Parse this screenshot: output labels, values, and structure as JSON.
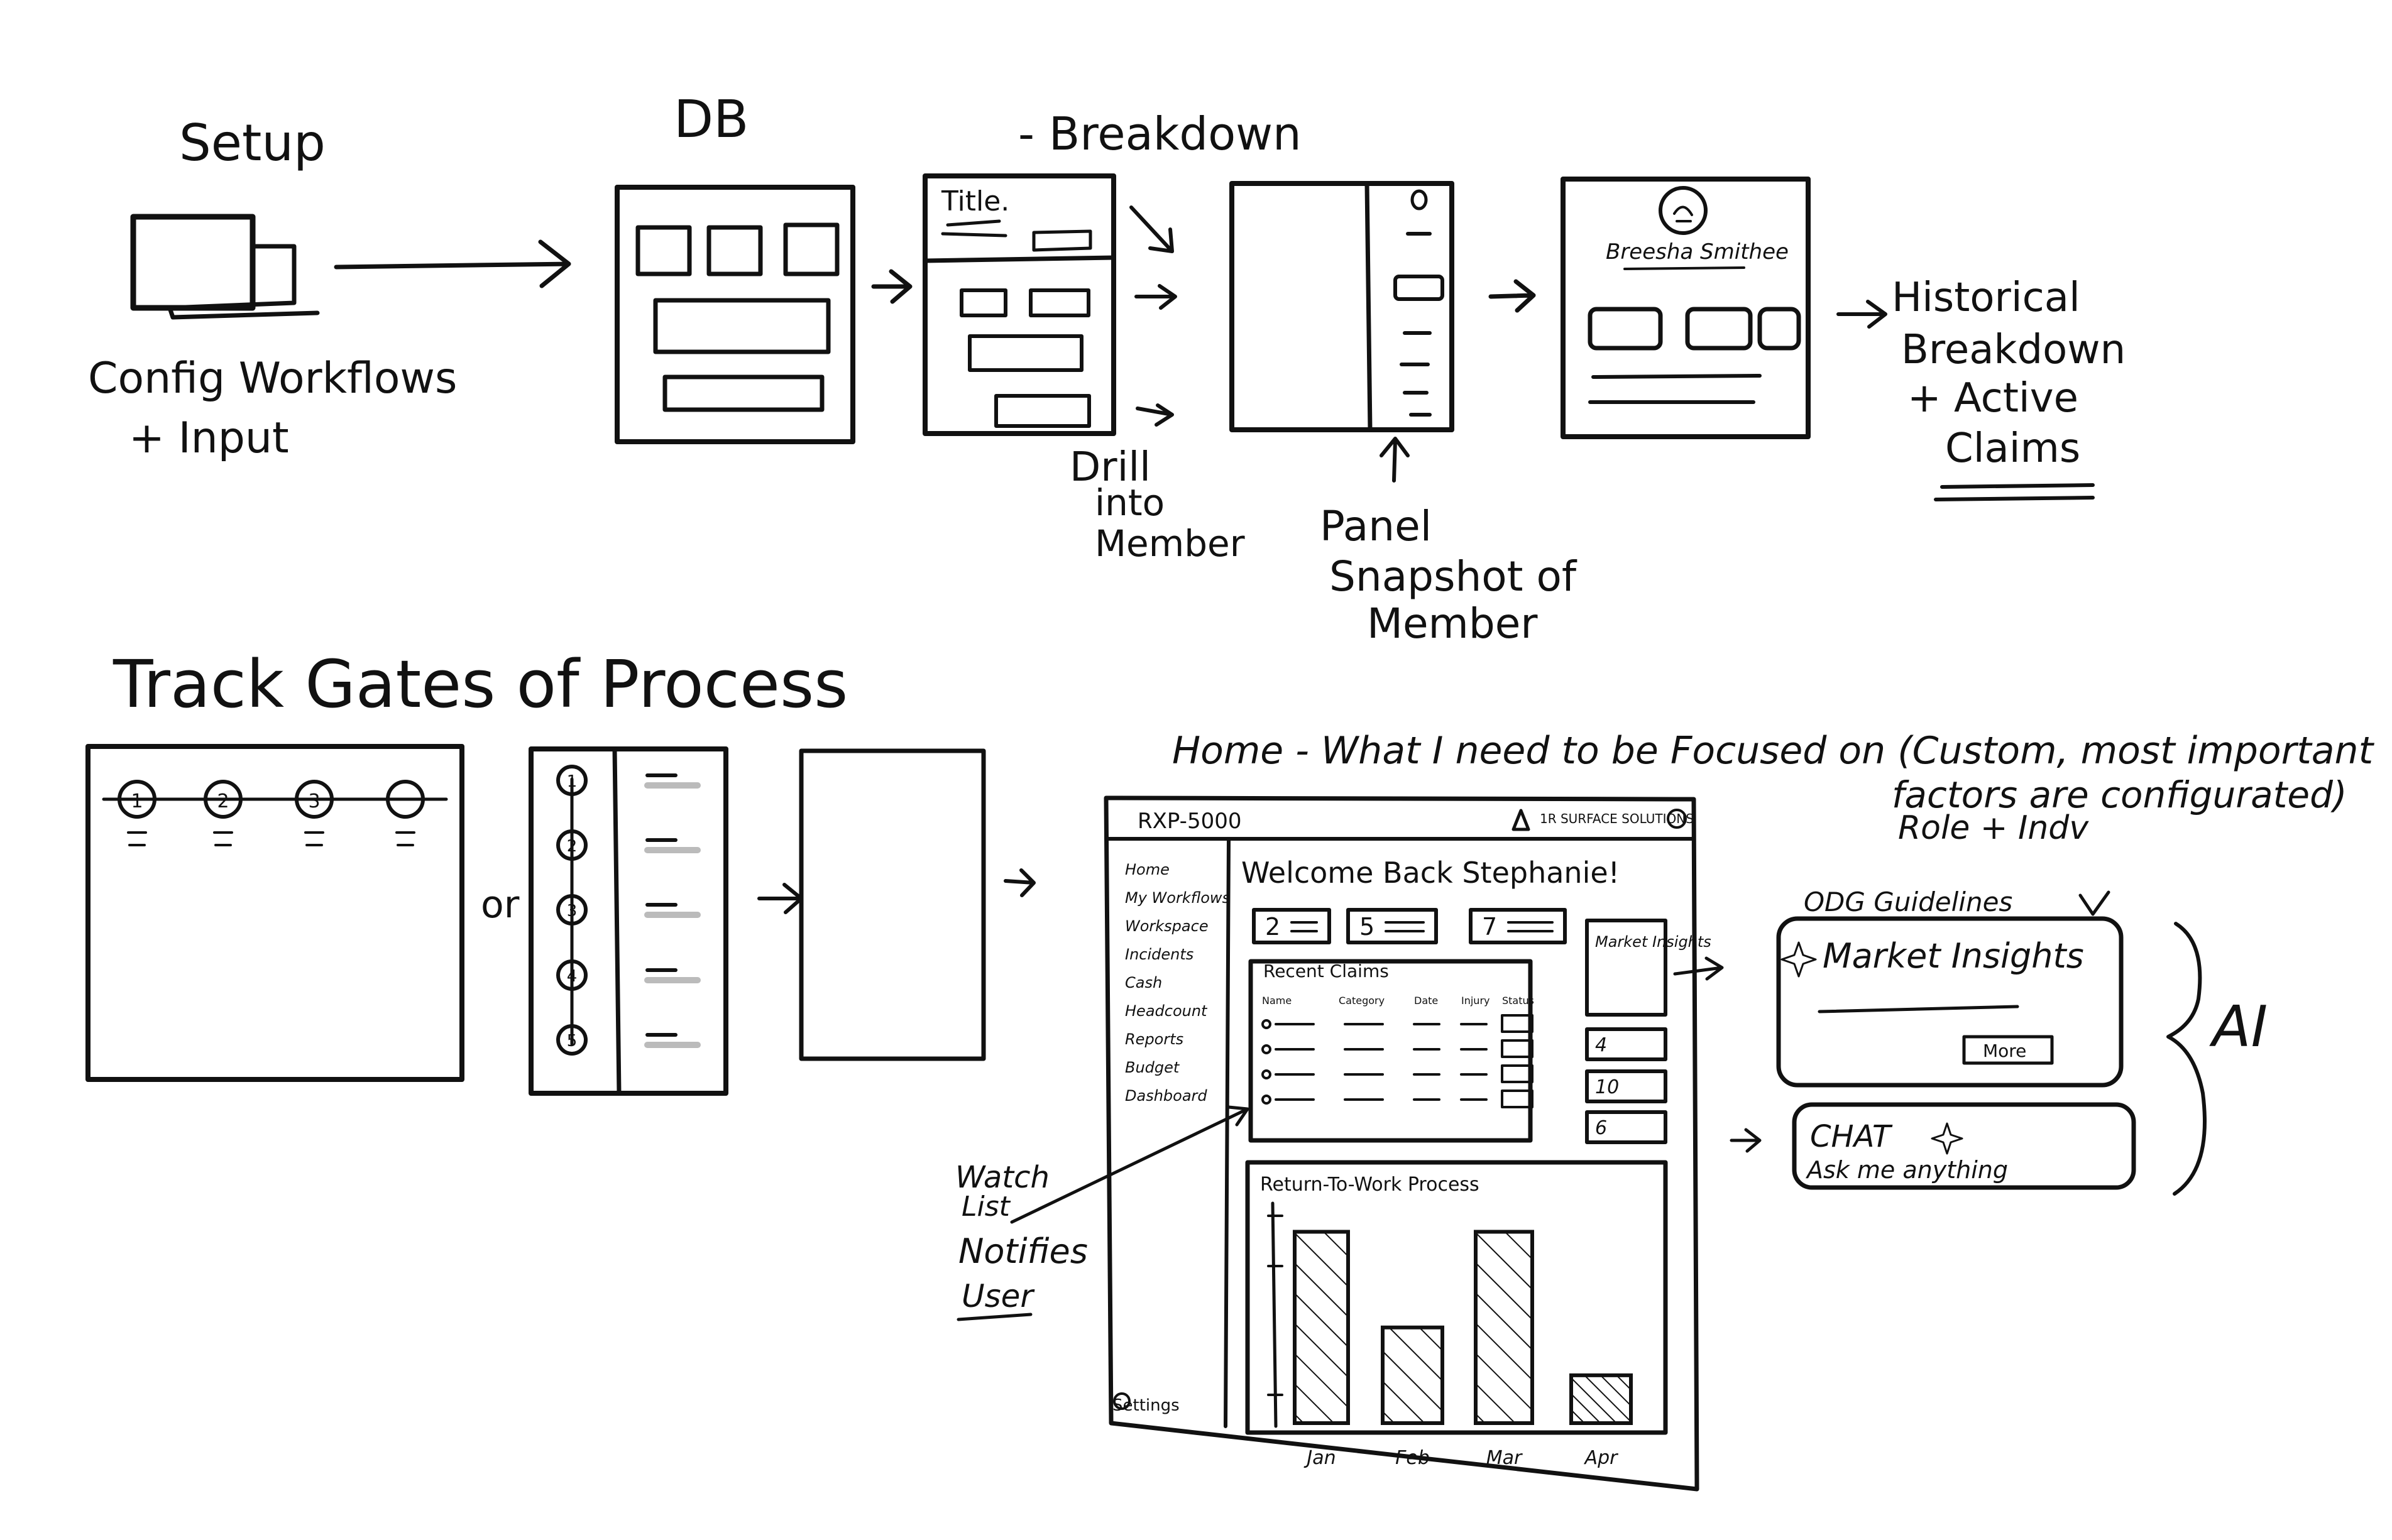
{
  "top_flow": {
    "setup": {
      "title": "Setup",
      "caption_line1": "Config Workflows",
      "caption_line2": "+ Input"
    },
    "db": {
      "title": "DB"
    },
    "breakdown": {
      "label": "- Breakdown",
      "frame_title": "Title."
    },
    "drill": {
      "line1": "Drill",
      "line2": "into",
      "line3": "Member"
    },
    "panel": {
      "line1": "Panel",
      "line2": "Snapshot of",
      "line3": "Member"
    },
    "profile": {
      "name": "Breesha Smithee"
    },
    "historical": {
      "line1": "Historical",
      "line2": "Breakdown",
      "line3": "+ Active",
      "line4": "Claims"
    }
  },
  "gates": {
    "title": "Track Gates of Process",
    "horizontal_steps": [
      "1",
      "2",
      "3",
      ""
    ],
    "vertical_steps": [
      "1",
      "2",
      "3",
      "4",
      "5"
    ],
    "or_label": "or"
  },
  "home": {
    "heading_line1": "Home - What I need to be Focused on (Custom, most important",
    "heading_line2": "factors are configurated)",
    "heading_line3": "Role + Indv",
    "app_name": "RXP-5000",
    "org_name": "1R SURFACE SOLUTIONS",
    "welcome": "Welcome Back Stephanie!",
    "sidebar": [
      "Home",
      "My Workflows",
      "Workspace",
      "Incidents",
      "Cash",
      "Headcount",
      "Reports",
      "Budget",
      "Dashboard"
    ],
    "settings_label": "Settings",
    "stat_cards": [
      "2",
      "5",
      "7"
    ],
    "side_cards": [
      "Market Insights",
      "4",
      "10",
      "6"
    ],
    "recent_claims": {
      "title": "Recent Claims",
      "columns": [
        "Name",
        "Category",
        "Date",
        "Injury",
        "Status"
      ]
    },
    "chart_title": "Return-To-Work Process",
    "annotations": {
      "line1": "Watch",
      "line2": "List",
      "line3": "Notifies",
      "line4": "User"
    }
  },
  "ai_panel": {
    "odg_label": "ODG Guidelines",
    "market_title": "Market Insights",
    "more_button": "More",
    "chat_title": "CHAT",
    "chat_placeholder": "Ask me anything",
    "ai_label": "AI"
  },
  "chart_data": {
    "type": "bar",
    "title": "Return-To-Work Process",
    "categories": [
      "Jan",
      "Feb",
      "Mar",
      "Apr"
    ],
    "values": [
      10,
      5,
      10,
      2.5
    ],
    "xlabel": "",
    "ylabel": "",
    "ylim": [
      0,
      11
    ],
    "grid": false,
    "hatched": [
      true,
      true,
      true,
      true
    ]
  }
}
